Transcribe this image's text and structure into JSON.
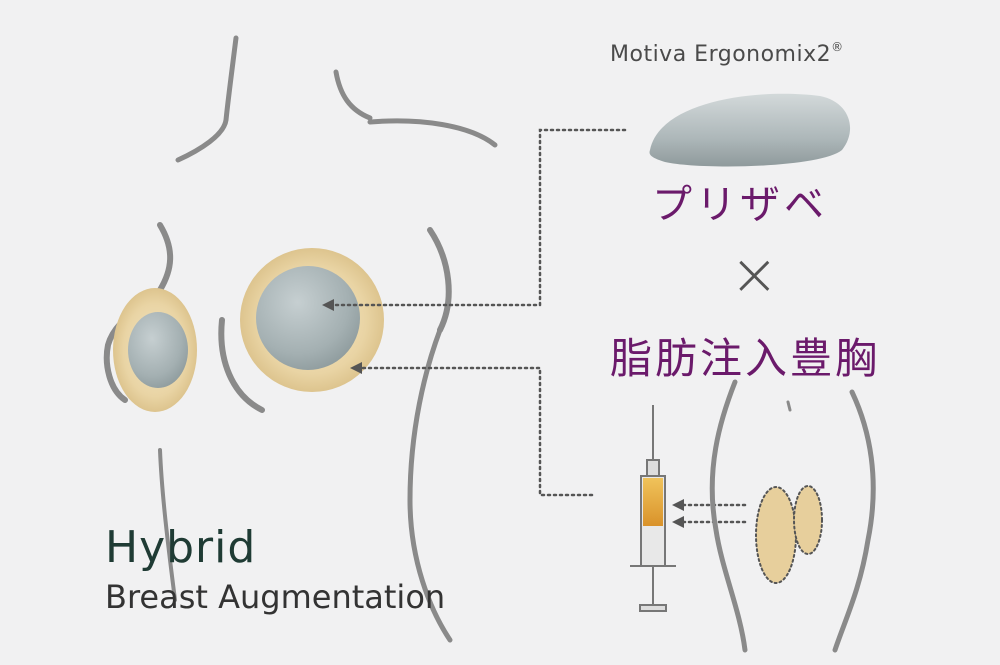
{
  "brand": {
    "name": "Motiva Ergonomix2",
    "mark": "®"
  },
  "labels": {
    "implant": "プリザベ",
    "combine": "×",
    "fat": "脂肪注入豊胸"
  },
  "title": {
    "line1": "Hybrid",
    "line2": "Breast Augmentation"
  },
  "colors": {
    "accent_purple": "#6b1a6b",
    "title_green": "#1f3b34",
    "outline_gray": "#8a8a8a",
    "fat_tan": "#e7cf9c",
    "implant_gray": "#a7b3b5"
  }
}
